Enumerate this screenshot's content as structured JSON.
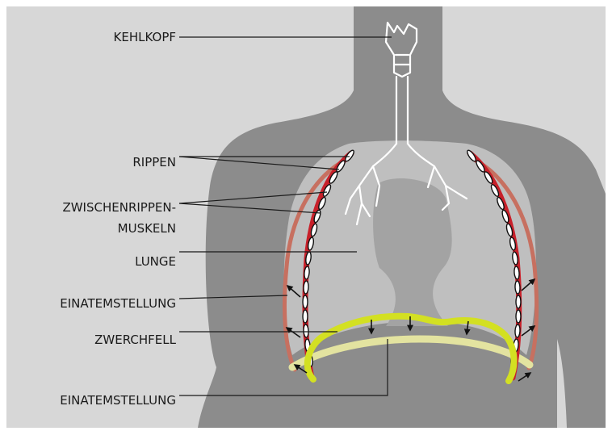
{
  "labels": {
    "larynx": "KEHLKOPF",
    "ribs": "RIPPEN",
    "intercostal_line1": "ZWISCHENRIPPEN-",
    "intercostal_line2": "MUSKELN",
    "lung": "LUNGE",
    "inhale_position_upper": "EINATEMSTELLUNG",
    "diaphragm": "ZWERCHFELL",
    "inhale_position_lower": "EINATEMSTELLUNG"
  },
  "colors": {
    "background": "#d7d7d7",
    "body": "#8c8c8c",
    "lung": "#bfbfbf",
    "mediastinum": "#a3a3a3",
    "trachea": "#ffffff",
    "rib": "#ffffff",
    "intercostal_muscle": "#c8202a",
    "expanded_ribcage": "#c77060",
    "diaphragm": "#d3e022",
    "diaphragm_inhale": "#e3e3a0",
    "leader_line": "#1a1a1a"
  }
}
